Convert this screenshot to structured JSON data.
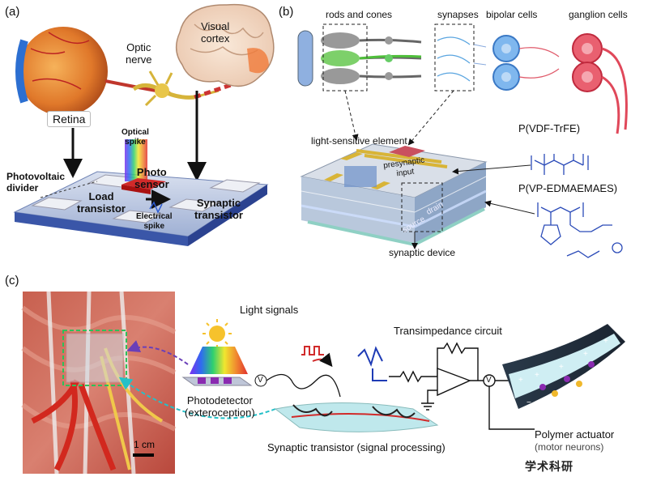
{
  "panel_a": {
    "letter": "(a)",
    "optic_nerve": "Optic\nnerve",
    "visual_cortex": "Visual\ncortex",
    "retina": "Retina",
    "optical_spike": "Optical\nspike",
    "photovoltaic_divider": "Photovoltaic\ndivider",
    "photo_sensor": "Photo\nsensor",
    "load_transistor": "Load\ntransistor",
    "electrical_spike": "Electrical\nspike",
    "synaptic_transistor": "Synaptic\ntransistor"
  },
  "panel_b": {
    "letter": "(b)",
    "rods_cones": "rods and cones",
    "synapses": "synapses",
    "bipolar": "bipolar cells",
    "ganglion": "ganglion cells",
    "light_sensitive": "light-sensitive element",
    "presynaptic": "presynaptic\ninput",
    "source": "source",
    "drain": "drain",
    "synaptic_device": "synaptic device",
    "pvdf": "P(VDF-TrFE)",
    "pvp": "P(VP-EDMAEMAES)"
  },
  "panel_c": {
    "letter": "(c)",
    "light_signals": "Light signals",
    "transimpedance": "Transimpedance circuit",
    "photodetector": "Photodetector\n(exteroception)",
    "synaptic_transistor": "Synaptic transistor (signal processing)",
    "polymer_actuator": "Polymer actuator",
    "actuator_sub": "(motor neurons)",
    "scale": "1 cm",
    "voltmeter": "V"
  },
  "watermark": "学术科研"
}
